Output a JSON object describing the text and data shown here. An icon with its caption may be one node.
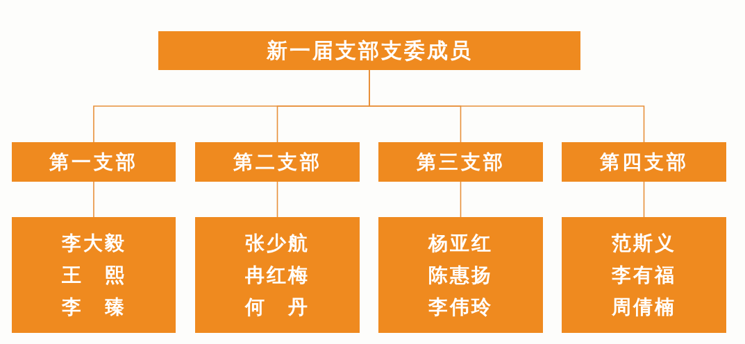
{
  "diagram": {
    "nodes": [
      {
        "text": [
          "新一届支部支委成员"
        ]
      },
      {
        "text": [
          "第一支部"
        ]
      },
      {
        "text": [
          "第二支部"
        ]
      },
      {
        "text": [
          "第三支部"
        ]
      },
      {
        "text": [
          "第四支部"
        ]
      },
      {
        "text": [
          "李大毅",
          "王　熙",
          "李　臻"
        ]
      },
      {
        "text": [
          "张少航",
          "冉红梅",
          "何　丹"
        ]
      },
      {
        "text": [
          "杨亚红",
          "陈惠扬",
          "李伟玲"
        ]
      },
      {
        "text": [
          "范斯义",
          "李有福",
          "周倩楠"
        ]
      }
    ],
    "edges": [
      {
        "from": 0,
        "to": 1,
        "arrow": "none"
      },
      {
        "from": 0,
        "to": 2,
        "arrow": "none"
      },
      {
        "from": 0,
        "to": 3,
        "arrow": "none"
      },
      {
        "from": 0,
        "to": 4,
        "arrow": "none"
      },
      {
        "from": 1,
        "to": 5,
        "arrow": "none"
      },
      {
        "from": 2,
        "to": 6,
        "arrow": "none"
      },
      {
        "from": 3,
        "to": 7,
        "arrow": "none"
      },
      {
        "from": 4,
        "to": 8,
        "arrow": "none"
      }
    ]
  }
}
